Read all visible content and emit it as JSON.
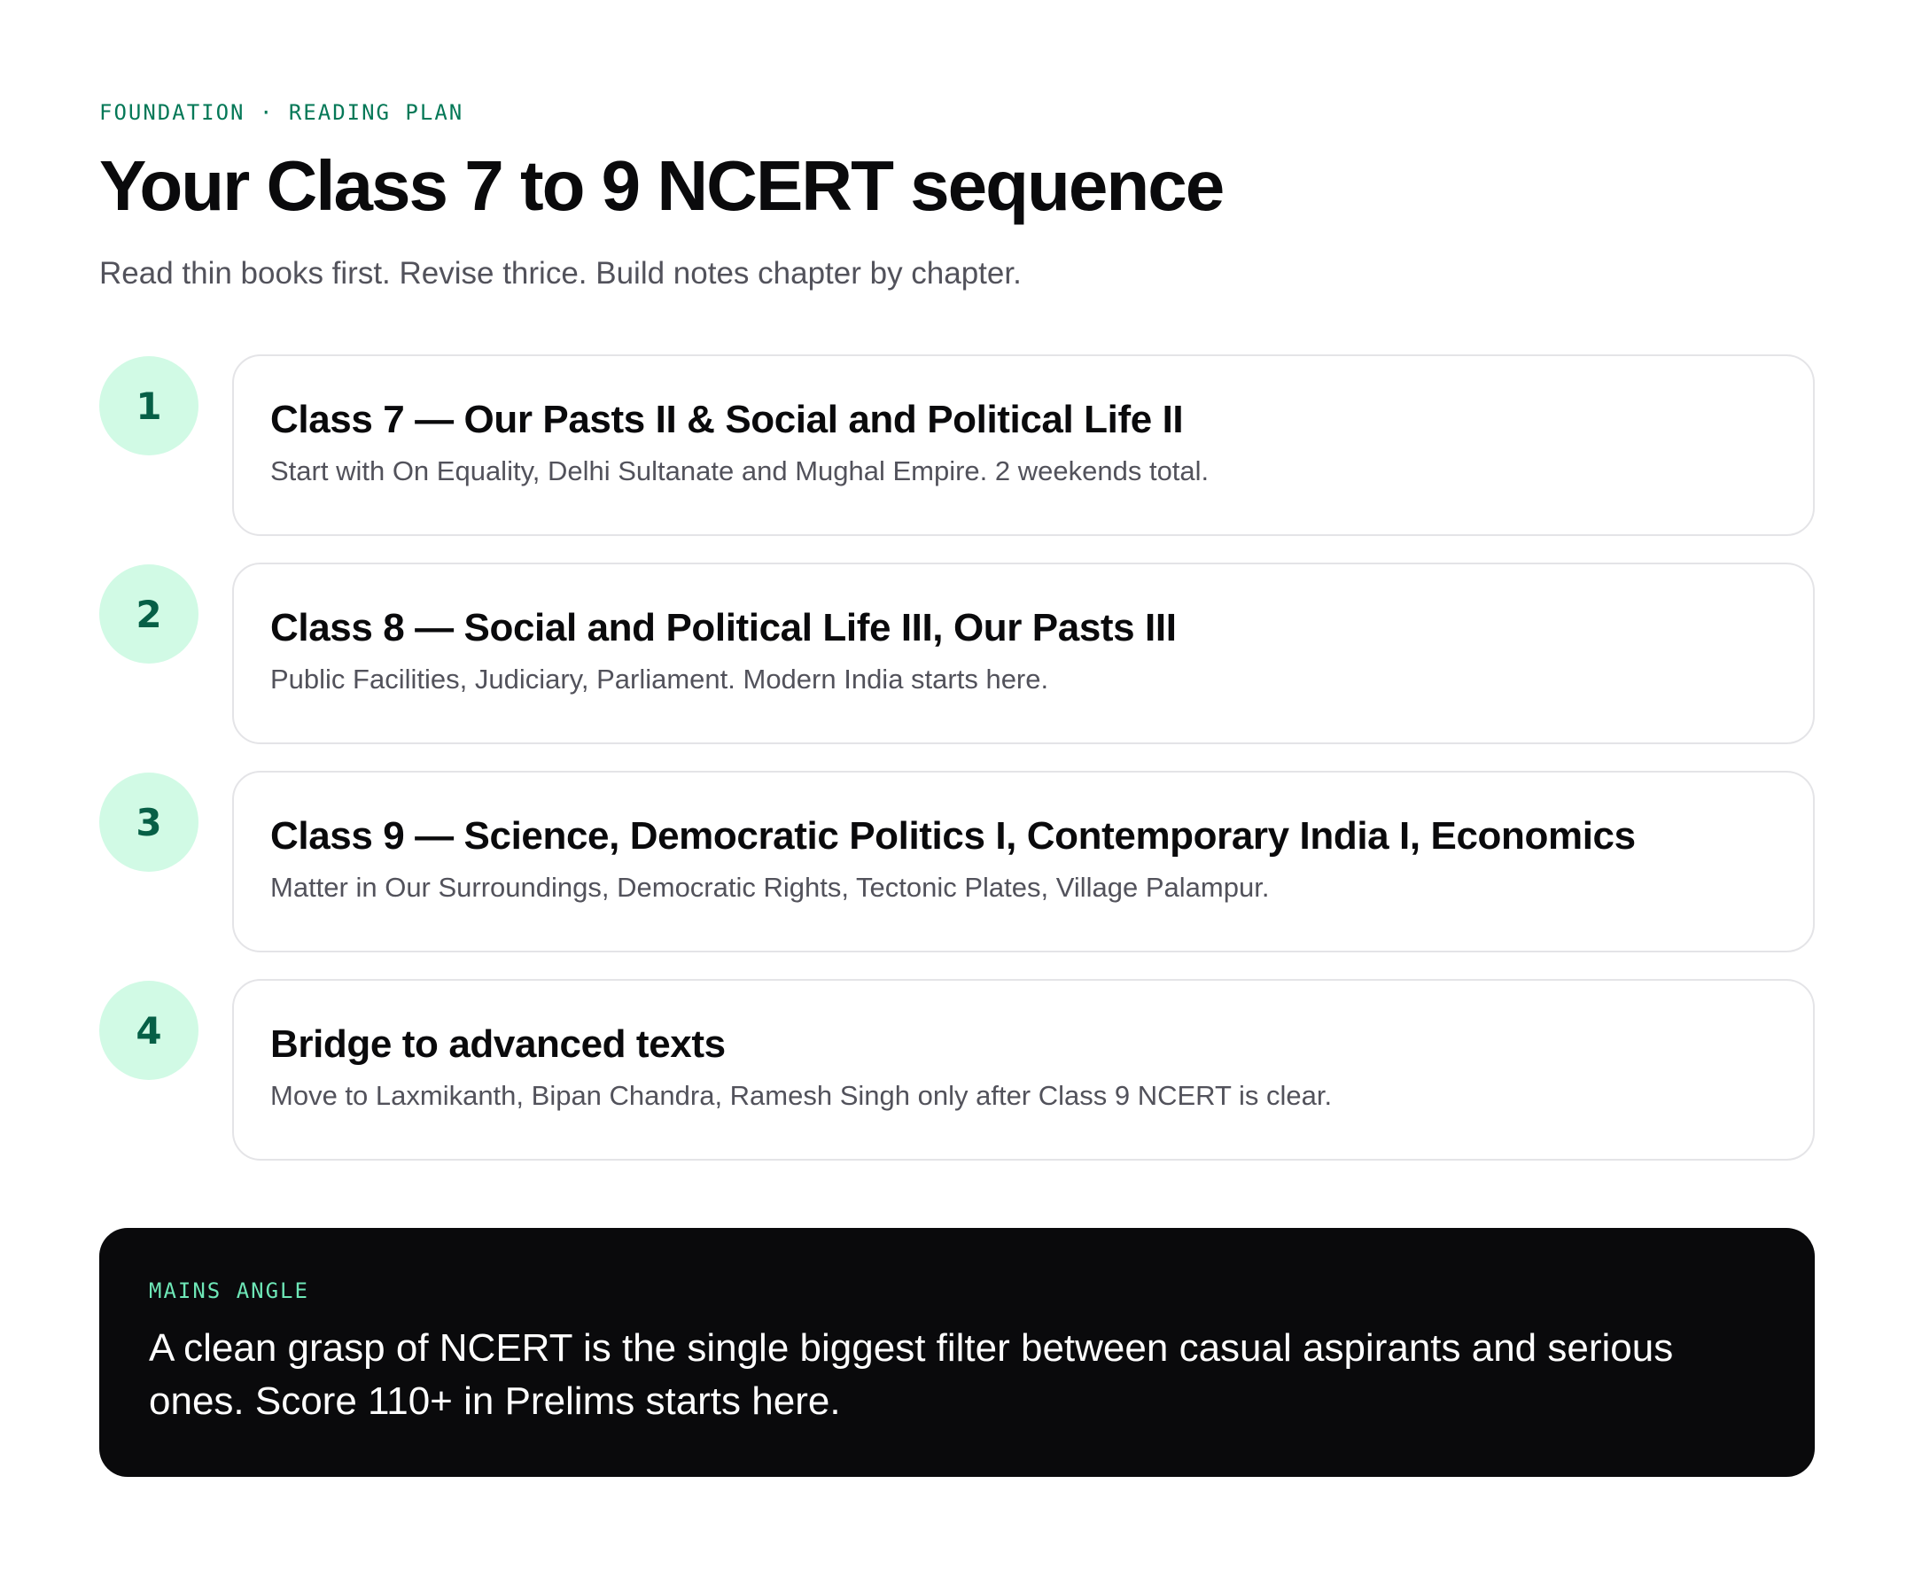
{
  "header": {
    "eyebrow": "FOUNDATION · READING PLAN",
    "title": "Your Class 7 to 9 NCERT sequence",
    "subtitle": "Read thin books first. Revise thrice. Build notes chapter by chapter."
  },
  "steps": [
    {
      "number": "1",
      "title": "Class 7 — Our Pasts II & Social and Political Life II",
      "description": "Start with On Equality, Delhi Sultanate and Mughal Empire. 2 weekends total."
    },
    {
      "number": "2",
      "title": "Class 8 — Social and Political Life III, Our Pasts III",
      "description": "Public Facilities, Judiciary, Parliament. Modern India starts here."
    },
    {
      "number": "3",
      "title": "Class 9 — Science, Democratic Politics I, Contemporary India I, Economics",
      "description": "Matter in Our Surroundings, Democratic Rights, Tectonic Plates, Village Palampur."
    },
    {
      "number": "4",
      "title": "Bridge to advanced texts",
      "description": "Move to Laxmikanth, Bipan Chandra, Ramesh Singh only after Class 9 NCERT is clear."
    }
  ],
  "callout": {
    "label": "MAINS ANGLE",
    "text": "A clean grasp of NCERT is the single biggest filter between casual aspirants and serious ones. Score 110+ in Prelims starts here."
  },
  "colors": {
    "accent": "#047857",
    "step_circle_bg": "#d1fae5",
    "step_number": "#065f46",
    "card_border": "#e4e4e7",
    "text_primary": "#0a0a0c",
    "text_secondary": "#52525b",
    "callout_bg": "#0a0a0c",
    "callout_label": "#6ee7b7"
  }
}
